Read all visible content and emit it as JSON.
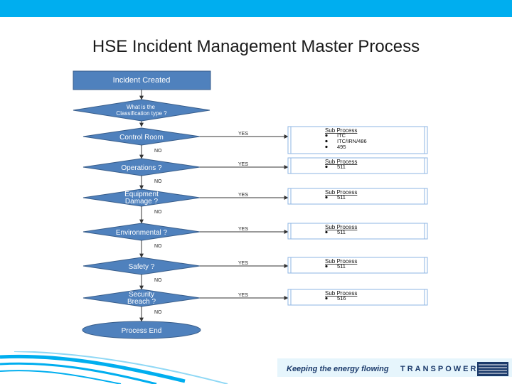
{
  "slide": {
    "title": "HSE Incident Management Master Process",
    "tagline": "Keeping the energy flowing",
    "brand": "TRANSPOWER"
  },
  "colors": {
    "top_bar": "#00aeef",
    "node_fill": "#4f81bd",
    "node_stroke": "#385d8a",
    "node_text": "#ffffff",
    "connector": "#333333",
    "wave_blue": "#00aeef",
    "brand_navy": "#1b3a6b"
  },
  "flow": {
    "start": "Incident Created",
    "classification": "What is the Classification type ?",
    "end": "Process End",
    "yes_label": "YES",
    "no_label": "NO",
    "decisions": [
      {
        "label": "Control Room",
        "yes": "YES",
        "no": "NO",
        "sub_title": "Sub Process",
        "sub_items": [
          "ITC",
          "ITC/IRN/486",
          "495"
        ]
      },
      {
        "label": "Operations ?",
        "yes": "YES",
        "no": "NO",
        "sub_title": "Sub Process",
        "sub_items": [
          "511"
        ]
      },
      {
        "label": "Equipment Damage ?",
        "yes": "YES",
        "no": "NO",
        "sub_title": "Sub Process",
        "sub_items": [
          "511"
        ]
      },
      {
        "label": "Environmental ?",
        "yes": "YES",
        "no": "NO",
        "sub_title": "Sub Process",
        "sub_items": [
          "511"
        ]
      },
      {
        "label": "Safety ?",
        "yes": "YES",
        "no": "NO",
        "sub_title": "Sub Process",
        "sub_items": [
          "511"
        ]
      },
      {
        "label": "Security Breach ?",
        "yes": "YES",
        "no": "NO",
        "sub_title": "Sub Process",
        "sub_items": [
          "516"
        ]
      }
    ]
  }
}
